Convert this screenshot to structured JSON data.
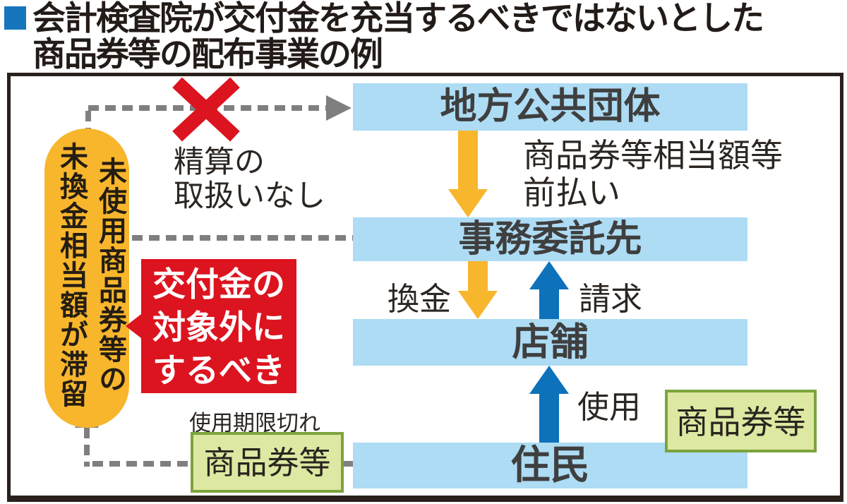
{
  "title": {
    "line1": "会計検査院が交付金を充当するべきではないとした",
    "line2": "商品券等の配布事業の例"
  },
  "entities": {
    "local_government": "地方公共団体",
    "admin_contractor": "事務委託先",
    "stores": "店舗",
    "residents": "住民"
  },
  "flows": {
    "prepayment_line1": "商品券等相当額等",
    "prepayment_line2": "前払い",
    "cash_conversion": "換金",
    "billing": "請求",
    "use": "使用"
  },
  "notes": {
    "no_settlement_line1": "精算の",
    "no_settlement_line2": "取扱いなし",
    "stagnation_col_right": "未使用商品券等の",
    "stagnation_col_left": "未換金相当額が滞留",
    "recommendation_line1": "交付金の",
    "recommendation_line2": "対象外に",
    "recommendation_line3": "するべき",
    "expired": "使用期限切れ",
    "gift_certificates_left": "商品券等",
    "gift_certificates_right": "商品券等"
  },
  "colors": {
    "title_bullet_blue": "#1576be",
    "entity_box_blue": "#addcf4",
    "money_arrow_orange": "#f8b62d",
    "certificate_arrow_blue": "#0d72ba",
    "alert_red": "#dc141f",
    "certificate_box_green_bg": "#dde8a2",
    "certificate_box_green_border": "#7ca43c",
    "dashed_connector_gray": "#7f7f7f",
    "frame_border": "#2a211c"
  }
}
